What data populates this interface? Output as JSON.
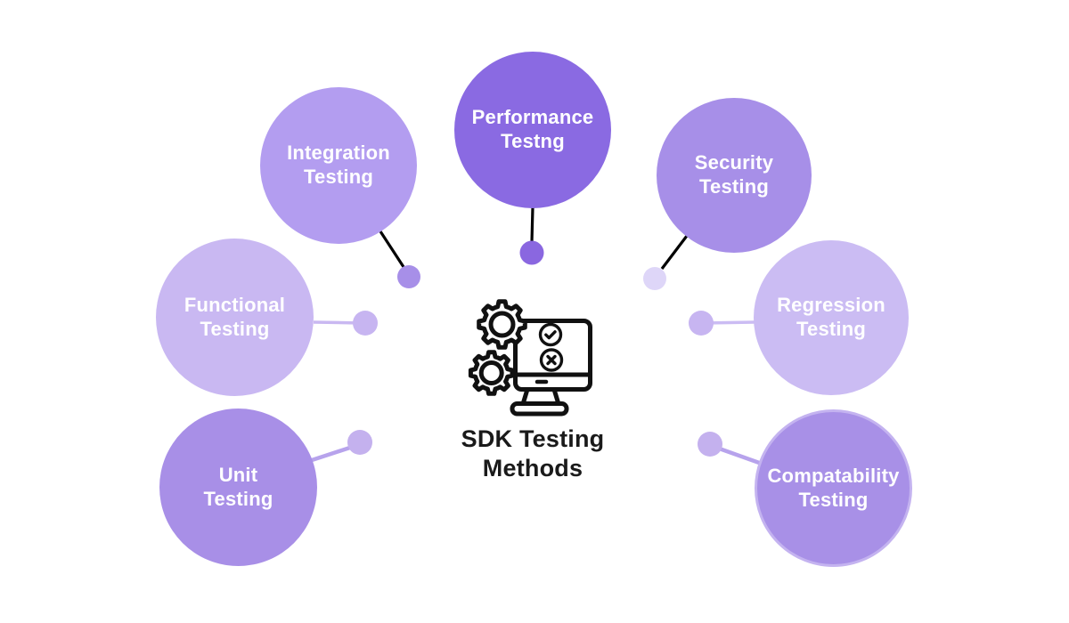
{
  "background_color": "#ffffff",
  "title": {
    "line1": "SDK Testing",
    "line2": "Methods",
    "color": "#1a1a1a"
  },
  "center_icon": {
    "name": "monitor-gears-testing-icon",
    "stroke_color": "#111111"
  },
  "nodes": [
    {
      "id": "integration-testing",
      "line1": "Integration",
      "line2": "Testing",
      "color": "#b39df0",
      "text_color": "#ffffff",
      "connector_color": "#000000",
      "dot_color": "#a78fe8"
    },
    {
      "id": "performance-testing",
      "line1": "Performance",
      "line2": "Testng",
      "color": "#8a6ae2",
      "text_color": "#ffffff",
      "connector_color": "#000000",
      "dot_color": "#8a67e0"
    },
    {
      "id": "security-testing",
      "line1": "Security",
      "line2": "Testing",
      "color": "#a78fe8",
      "text_color": "#ffffff",
      "connector_color": "#000000",
      "dot_color": "#ded6f8"
    },
    {
      "id": "functional-testing",
      "line1": "Functional",
      "line2": "Testing",
      "color": "#c9b8f2",
      "text_color": "#ffffff",
      "connector_color": "#c9b8f1",
      "dot_color": "#c7b5f1"
    },
    {
      "id": "regression-testing",
      "line1": "Regression",
      "line2": "Testing",
      "color": "#cbbcf3",
      "text_color": "#ffffff",
      "connector_color": "#cbbcf3",
      "dot_color": "#c7b5f1"
    },
    {
      "id": "unit-testing",
      "line1": "Unit",
      "line2": "Testing",
      "color": "#a88fe7",
      "text_color": "#ffffff",
      "connector_color": "#b7a3ec",
      "dot_color": "#c4b1ee"
    },
    {
      "id": "compatability-testing",
      "line1": "Compatability",
      "line2": "Testing",
      "color": "#a890e7",
      "ring_color": "#c4b3f0",
      "text_color": "#ffffff",
      "connector_color": "#b7a3ec",
      "dot_color": "#c4b1ee"
    }
  ]
}
